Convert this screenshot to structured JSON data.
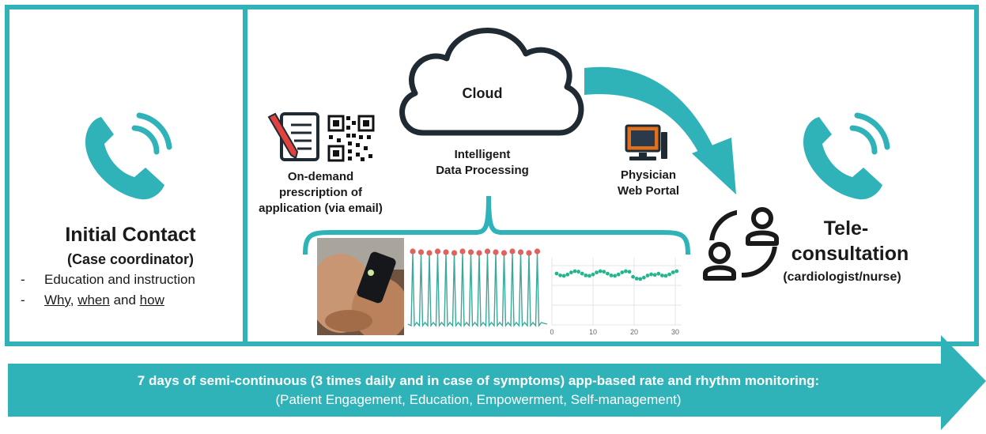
{
  "left_panel": {
    "title": "Initial Contact",
    "subtitle": "(Case coordinator)",
    "bullets": [
      {
        "dash": "-",
        "text": "Education and instruction"
      },
      {
        "dash": "-",
        "why": "Why",
        "sep1": ", ",
        "when": "when",
        "sep2": " and ",
        "how": "how"
      }
    ]
  },
  "cloud": {
    "label": "Cloud"
  },
  "processing": {
    "line1": "Intelligent",
    "line2": "Data Processing"
  },
  "prescription": {
    "line1": "On-demand",
    "line2": "prescription of",
    "line3": "application (via email)"
  },
  "portal": {
    "line1": "Physician",
    "line2": "Web Portal"
  },
  "teleconsult": {
    "line1": "Tele-",
    "line2": "consultation",
    "line3": "(cardiologist/nurse)"
  },
  "trend_chart": {
    "x_ticks": [
      "0",
      "10",
      "20",
      "30"
    ]
  },
  "banner": {
    "line1": "7 days of semi-continuous (3 times daily and in case of symptoms) app-based rate and rhythm monitoring:",
    "line2": "(Patient Engagement, Education, Empowerment, Self-management)"
  },
  "colors": {
    "accent": "#2fb3b8",
    "waveform": "#3aa89a",
    "peak_marker": "#e0625e",
    "trend_dots": "#24b58f"
  }
}
